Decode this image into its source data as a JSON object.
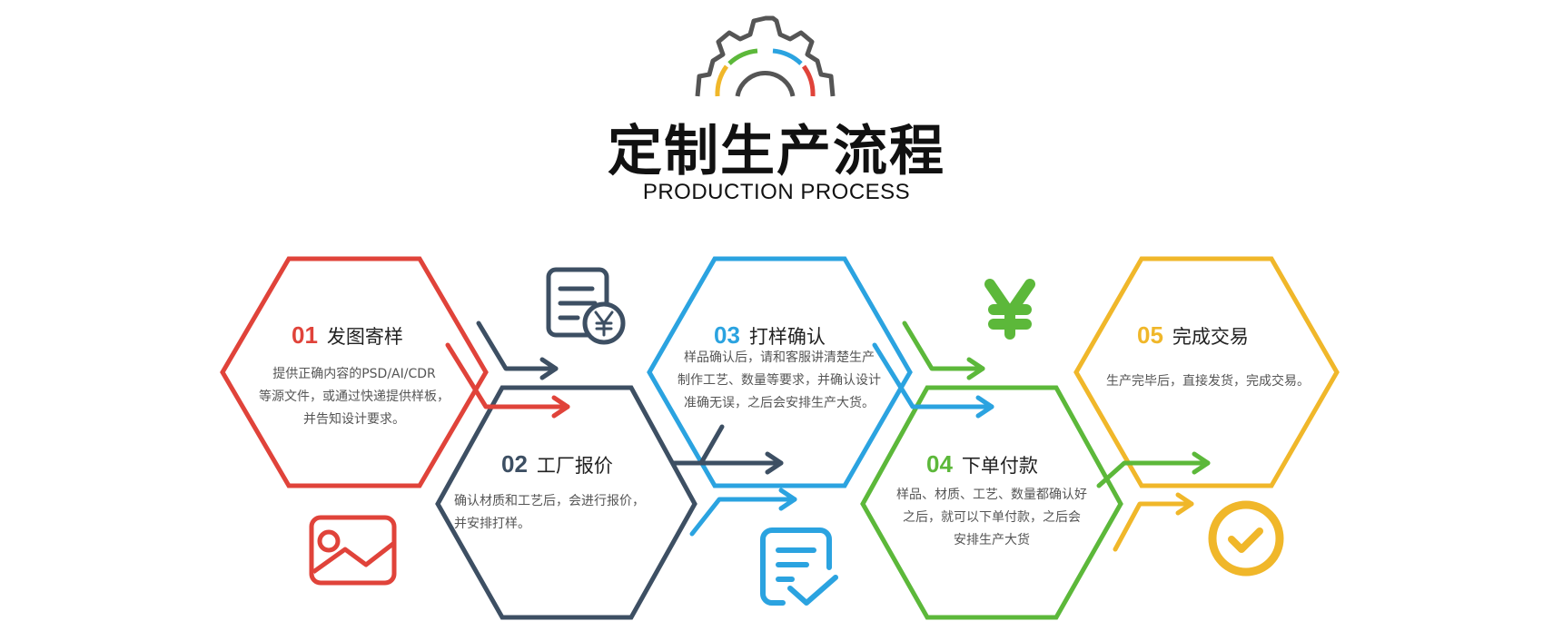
{
  "header": {
    "title_cn": "定制生产流程",
    "title_en": "PRODUCTION PROCESS"
  },
  "colors": {
    "red": "#e0433a",
    "navy": "#3d4f63",
    "blue": "#2ba3e0",
    "green": "#5cb83a",
    "yellow": "#f0b72a",
    "gear": "#555555"
  },
  "steps": [
    {
      "num": "01",
      "title": "发图寄样",
      "desc": [
        "提供正确内容的PSD/AI/CDR",
        "等源文件，或通过快递提供样板，",
        "并告知设计要求。"
      ],
      "color": "#e0433a",
      "icon": "image-icon"
    },
    {
      "num": "02",
      "title": "工厂报价",
      "desc": [
        "确认材质和工艺后，会进行报价，",
        "并安排打样。"
      ],
      "color": "#3d4f63",
      "icon": "invoice-yen-icon"
    },
    {
      "num": "03",
      "title": "打样确认",
      "desc": [
        "样品确认后，请和客服讲清楚生产",
        "制作工艺、数量等要求，并确认设计",
        "准确无误，之后会安排生产大货。"
      ],
      "color": "#2ba3e0",
      "icon": "approved-document-icon"
    },
    {
      "num": "04",
      "title": "下单付款",
      "desc": [
        "样品、材质、工艺、数量都确认好",
        "之后，就可以下单付款，之后会",
        "安排生产大货"
      ],
      "color": "#5cb83a",
      "icon": "yen-icon"
    },
    {
      "num": "05",
      "title": "完成交易",
      "desc": [
        "生产完毕后，直接发货，完成交易。"
      ],
      "color": "#f0b72a",
      "icon": "check-circle-icon"
    }
  ]
}
